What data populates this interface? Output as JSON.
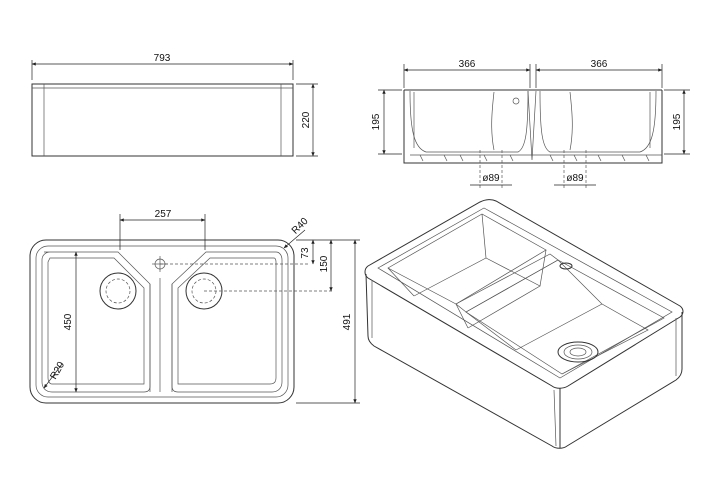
{
  "drawing": {
    "line_color": "#333333",
    "background": "#ffffff",
    "front_view": {
      "width_label": "793",
      "height_label": "220"
    },
    "side_view": {
      "bowl_left_width_label": "366",
      "bowl_right_width_label": "366",
      "depth_left_label": "195",
      "depth_right_label": "195",
      "waste_left_label": "ø89",
      "waste_right_label": "ø89"
    },
    "plan_view": {
      "bowl_width_label": "257",
      "corner_radius_outer_label": "R40",
      "tap_offset_label": "73",
      "waste_offset_label": "150",
      "bowl_length_label": "450",
      "overall_depth_label": "491",
      "corner_radius_inner_label": "R20"
    }
  }
}
